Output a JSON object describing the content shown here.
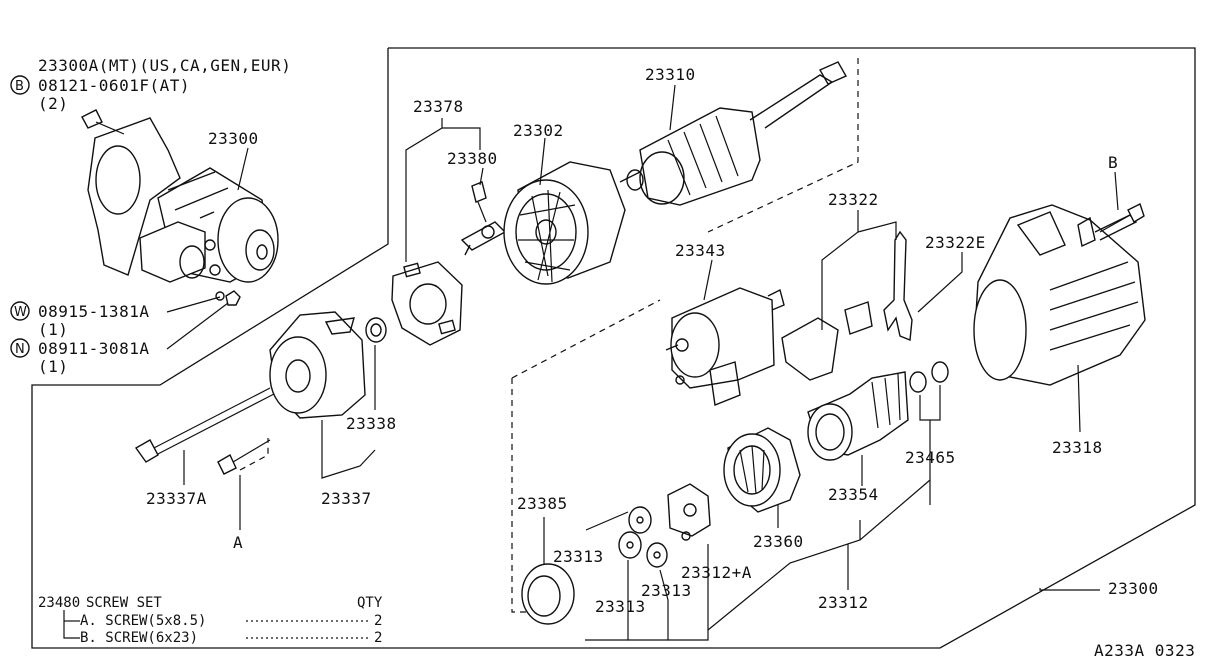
{
  "diagram": {
    "header": {
      "variant_line": "23300A(MT)(US,CA,GEN,EUR)",
      "bolt_code": "08121-0601F(AT)",
      "bolt_qty": "(2)",
      "bolt_marker": "B"
    },
    "washer": {
      "marker": "W",
      "code": "08915-1381A",
      "qty": "(1)"
    },
    "nut": {
      "marker": "N",
      "code": "08911-3081A",
      "qty": "(1)"
    },
    "parts": {
      "starter_assy": "23300",
      "starter_assy_2": "23300",
      "armature": "23310",
      "yoke": "23302",
      "brush_holder": "23378",
      "brush": "23380",
      "magnetic_switch": "23343",
      "lever": "23322",
      "lever_e": "23322E",
      "ref_b": "B",
      "gear_case": "23318",
      "rear_cover": "23337",
      "through_bolt": "23337A",
      "ref_a": "A",
      "bush": "23338",
      "pinion_sleeve": "23385",
      "planetary_gear_1": "23313",
      "planetary_gear_2": "23313",
      "planetary_gear_3": "23313",
      "internal_gear": "23312+A",
      "gear_set": "23312",
      "pinion": "23354",
      "clutch": "23360",
      "stop_ring": "23465"
    },
    "screw_table": {
      "title_code": "23480",
      "title": "SCREW SET",
      "qty_header": "QTY",
      "rows": [
        {
          "item": "A. SCREW(5x8.5)",
          "qty": "2"
        },
        {
          "item": "B. SCREW(6x23)",
          "qty": "2"
        }
      ]
    },
    "figure_code": "A233A 0323"
  }
}
